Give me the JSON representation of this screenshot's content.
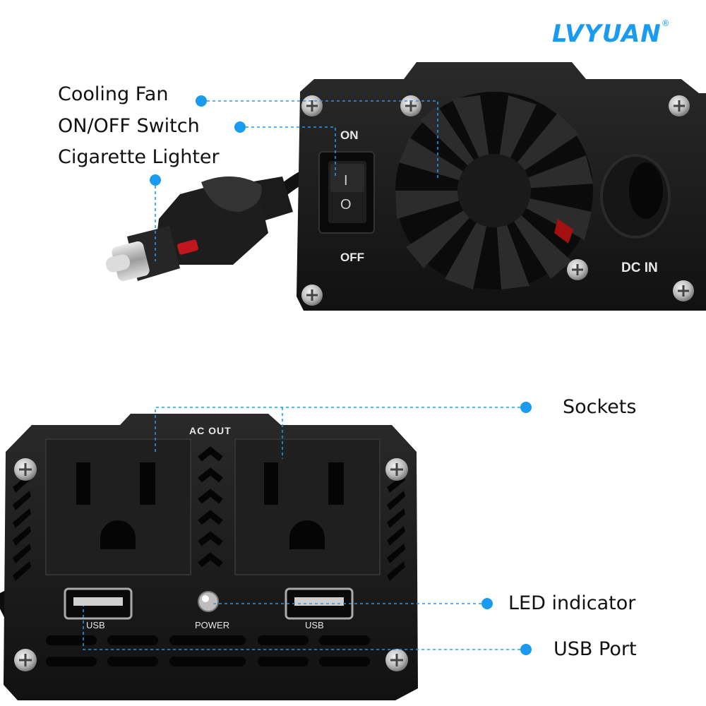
{
  "brand": {
    "name": "LVYUAN",
    "mark": "®"
  },
  "colors": {
    "accent": "#1a9bf0",
    "housing": "#141414",
    "background": "#ffffff"
  },
  "top_view": {
    "switch_on": "ON",
    "switch_off": "OFF",
    "switch_on_glyph": "I",
    "switch_off_glyph": "O",
    "dc_in": "DC IN"
  },
  "bottom_view": {
    "ac_out": "AC OUT",
    "usb_left": "USB",
    "power": "POWER",
    "usb_right": "USB"
  },
  "callouts": {
    "cooling_fan": "Cooling Fan",
    "on_off_switch": "ON/OFF Switch",
    "cigarette_lighter": "Cigarette Lighter",
    "sockets": "Sockets",
    "led_indicator": "LED indicator",
    "usb_port": "USB Port"
  }
}
